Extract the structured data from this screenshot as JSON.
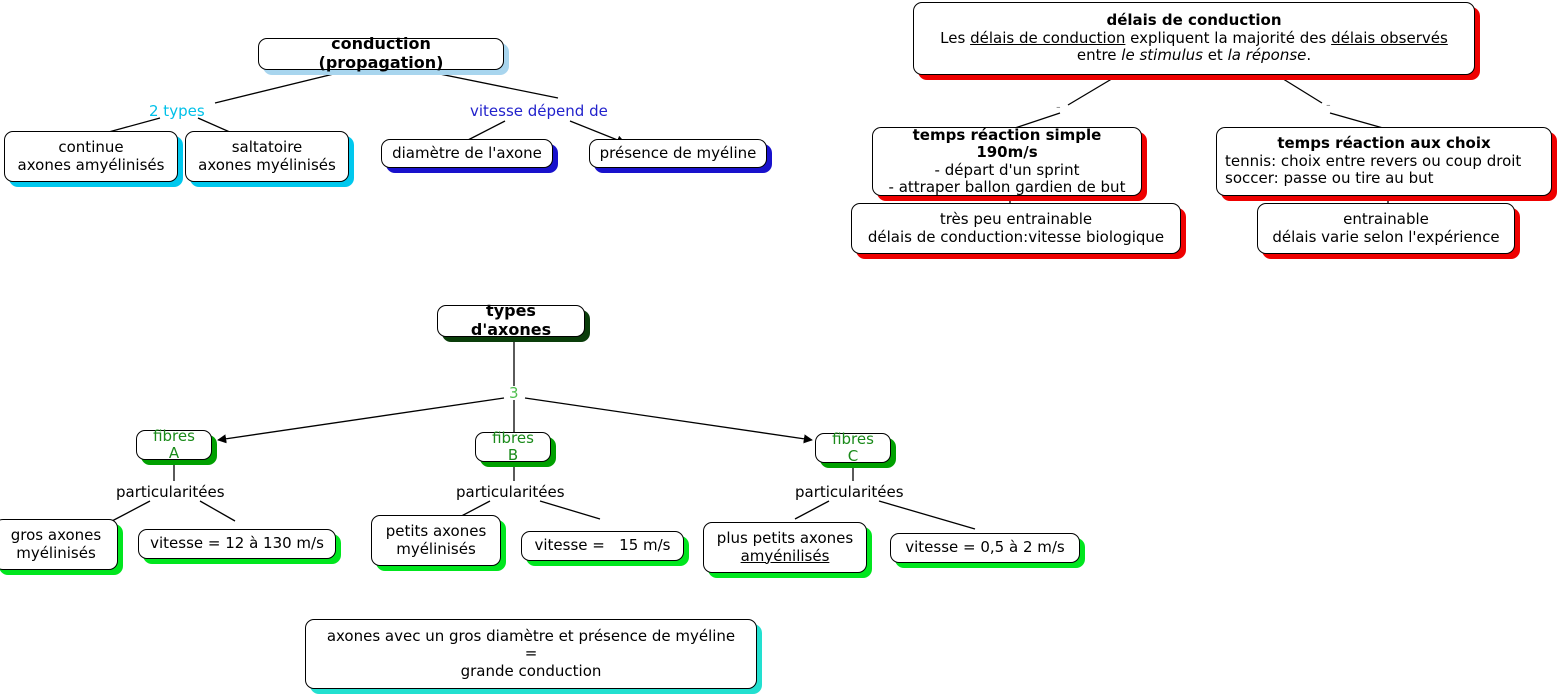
{
  "diagram": {
    "title": "Concept map: conduction (propagation), delais de conduction, types d'axones",
    "colors": {
      "shadow_light_blue": "#a8d5ee",
      "shadow_cyan": "#00c8ee",
      "shadow_blue": "#1811cc",
      "shadow_red": "#ee0000",
      "shadow_dark_green": "#0a3d0a",
      "shadow_green": "#00a000",
      "shadow_bright_green": "#00e61e",
      "shadow_teal": "#22e0d0",
      "text_green": "#1a8a1a",
      "label_cyan": "#00c0e8",
      "label_blue": "#2222cc",
      "label_green": "#4fbf4f",
      "line": "#000000"
    }
  },
  "nodes": {
    "conduction": {
      "text": "conduction (propagation)"
    },
    "continue": {
      "line1": "continue",
      "line2": "axones amyélinisés"
    },
    "saltatoire": {
      "line1": "saltatoire",
      "line2": "axones myélinisés"
    },
    "diametre": {
      "text": "diamètre de l'axone"
    },
    "myeline_presence": {
      "text": "présence de myéline"
    },
    "delais_conduction": {
      "title": "délais de conduction",
      "body_line1_a": "Les ",
      "body_line1_u1": "délais de conduction",
      "body_line1_b": " expliquent la majorité des ",
      "body_line1_u2": "délais observés",
      "body_line2_a": "entre ",
      "body_line2_i1": "le stimulus",
      "body_line2_b": " et ",
      "body_line2_i2": "la réponse",
      "body_line2_c": "."
    },
    "temps_simple": {
      "title": "temps réaction simple 190m/s",
      "line2": "- départ d'un sprint",
      "line3": "- attraper ballon gardien de but"
    },
    "tres_peu_entrainable": {
      "line1": "très peu entrainable",
      "line2": "délais de conduction:vitesse biologique"
    },
    "temps_choix": {
      "title": "temps réaction aux choix",
      "line2": "tennis: choix entre revers ou coup droit",
      "line3": "soccer: passe ou tire au but"
    },
    "entrainable": {
      "line1": "entrainable",
      "line2": "délais varie selon l'expérience"
    },
    "types_axones": {
      "text": "types d'axones"
    },
    "fibres_a": {
      "text": "fibres A"
    },
    "fibres_b": {
      "text": "fibres B"
    },
    "fibres_c": {
      "text": "fibres C"
    },
    "gros_axones": {
      "line1": "gros axones",
      "line2": "myélinisés"
    },
    "vitesse_a": {
      "text": "vitesse = 12 à 130 m/s"
    },
    "petits_axones": {
      "line1": "petits axones",
      "line2": "myélinisés"
    },
    "vitesse_b": {
      "text": "vitesse =   15 m/s"
    },
    "plus_petits_axones": {
      "line1": "plus petits axones",
      "line2_u": "amyénilisés"
    },
    "vitesse_c": {
      "text": "vitesse = 0,5 à 2 m/s"
    },
    "conclusion": {
      "line1": "axones avec un gros diamètre et présence de myéline",
      "line2": "=",
      "line3": "grande conduction"
    }
  },
  "link_labels": {
    "deux_types": "2 types",
    "vitesse_depend_de": "vitesse dépend de",
    "trois": "3",
    "particularitees_a": "particularitées",
    "particularitees_b": "particularitées",
    "particularitees_c": "particularitées",
    "dash_left": "-",
    "dash_right": "-"
  }
}
